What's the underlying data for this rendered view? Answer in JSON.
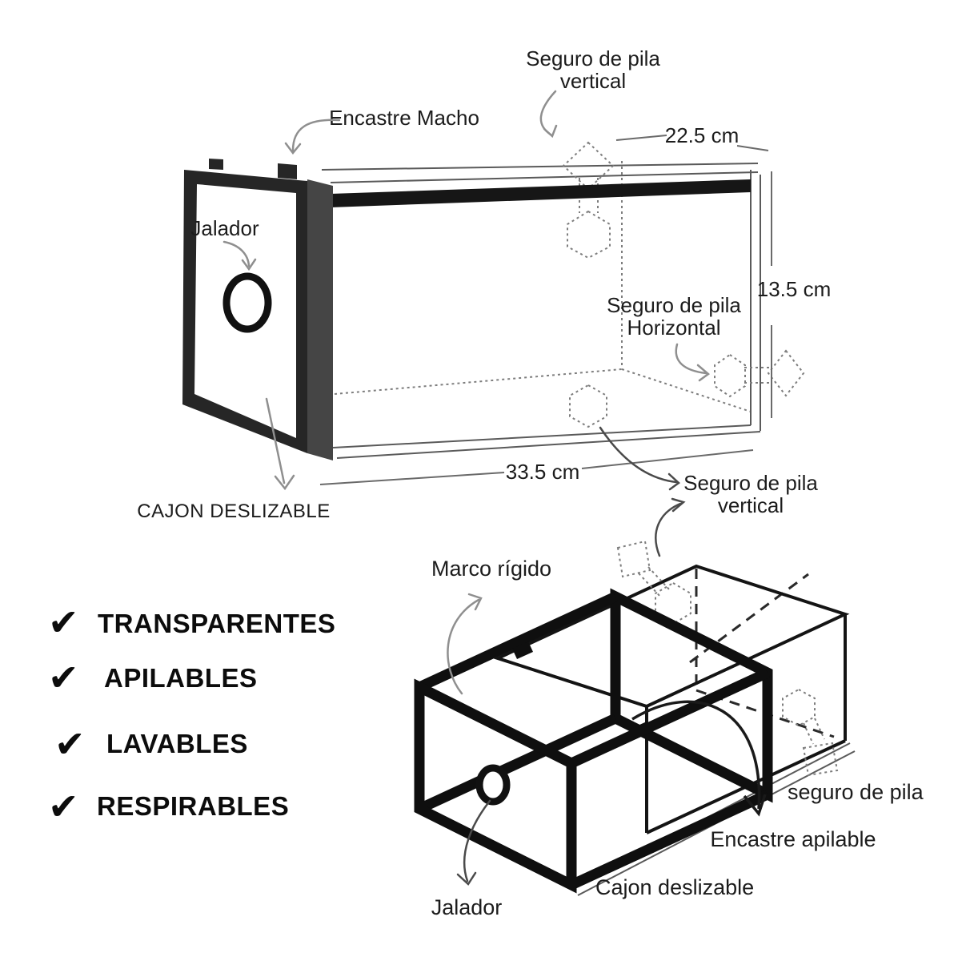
{
  "colors": {
    "ink": "#1c1c1c",
    "frame_front": "#262626",
    "frame_side": "#454545",
    "rim_bar": "#161616",
    "background": "#ffffff"
  },
  "checklist": {
    "check_glyph": "✔",
    "items": [
      "TRANSPARENTES",
      "APILABLES",
      "LAVABLES",
      "RESPIRABLES"
    ]
  },
  "top_diagram": {
    "labels": {
      "seguro_vertical_top_line1": "Seguro de pila",
      "seguro_vertical_top_line2": "vertical",
      "encastre_macho": "Encastre Macho",
      "jalador": "Jalador",
      "seguro_horizontal_line1": "Seguro de pila",
      "seguro_horizontal_line2": "Horizontal",
      "cajon_deslizable": "CAJON DESLIZABLE",
      "seguro_vertical_bottom_line1": "Seguro de pila",
      "seguro_vertical_bottom_line2": "vertical"
    },
    "dimensions": {
      "width": "22.5 cm",
      "height": "13.5 cm",
      "length": "33.5 cm"
    }
  },
  "bottom_diagram": {
    "labels": {
      "marco_rigido": "Marco rígido",
      "seguro_de_pila": "seguro de pila",
      "encastre_apilable": "Encastre apilable",
      "cajon_deslizable": "Cajon deslizable",
      "jalador": "Jalador"
    }
  }
}
